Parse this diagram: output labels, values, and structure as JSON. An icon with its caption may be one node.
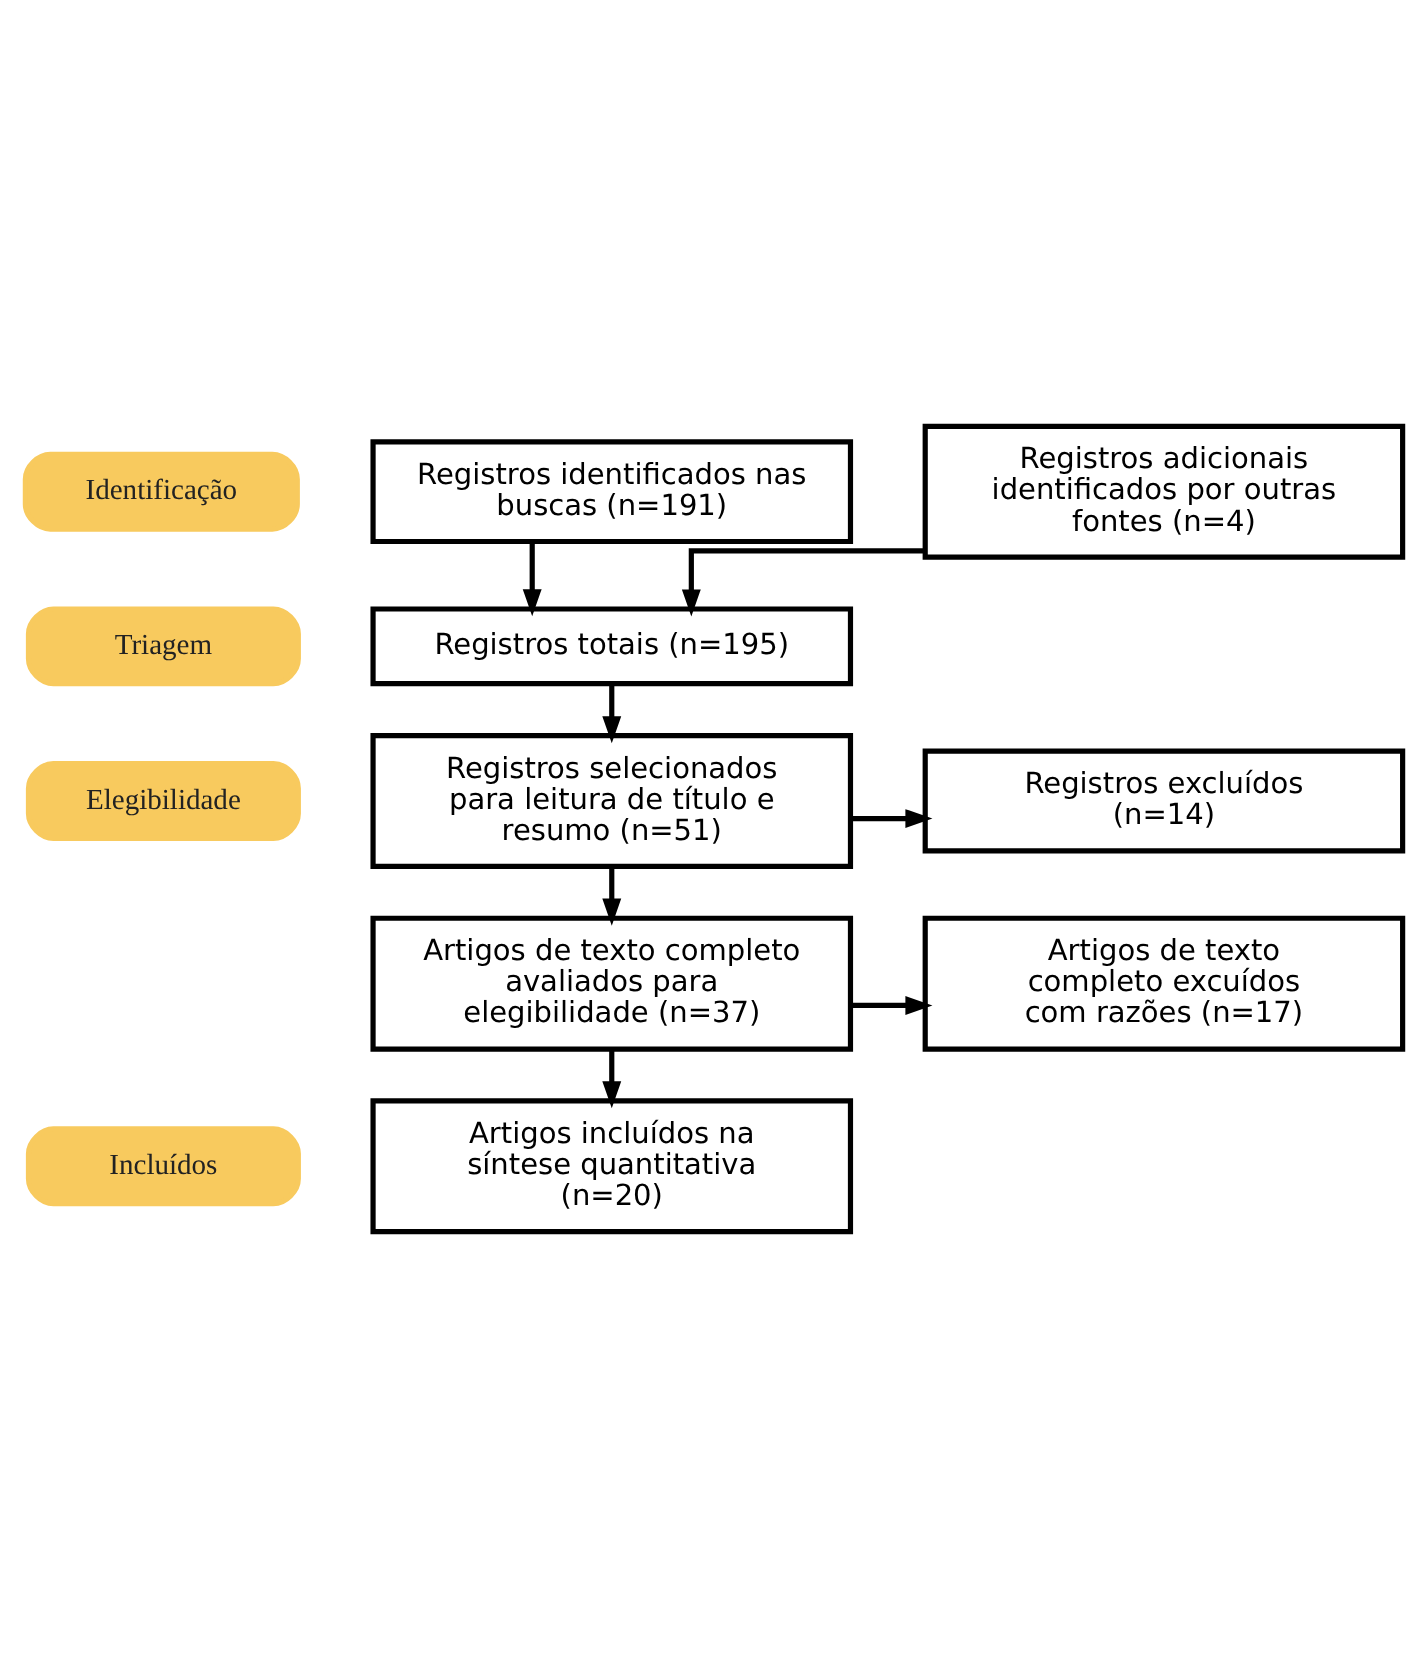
{
  "diagram": {
    "nodes": [
      {
        "text": [
          "Identificação"
        ]
      },
      {
        "text": [
          "Registros identificados nas buscas (n=191)"
        ]
      },
      {
        "text": [
          "Registros adicionais identificados por outras fontes (n=4)"
        ]
      },
      {
        "text": [
          "Triagem"
        ]
      },
      {
        "text": [
          "Registros totais (n=195)"
        ]
      },
      {
        "text": [
          "Elegibilidade"
        ]
      },
      {
        "text": [
          "Registros selecionados para leitura de título e resumo (n=51)"
        ]
      },
      {
        "text": [
          "Registros excluídos (n=14)"
        ]
      },
      {
        "text": [
          "Artigos de texto completo avaliados para elegibilidade (n=37)"
        ]
      },
      {
        "text": [
          "Artigos de texto completo excuídos com razões (n=17)"
        ]
      },
      {
        "text": [
          "Incluídos"
        ]
      },
      {
        "text": [
          "Artigos incluídos na síntese quantitativa (n=20)"
        ]
      }
    ],
    "edges": [
      {
        "from": 1,
        "to": 4,
        "arrow": "to"
      },
      {
        "from": 2,
        "to": 4,
        "arrow": "to"
      },
      {
        "from": 4,
        "to": 6,
        "arrow": "to"
      },
      {
        "from": 6,
        "to": 7,
        "arrow": "to"
      },
      {
        "from": 6,
        "to": 8,
        "arrow": "to"
      },
      {
        "from": 8,
        "to": 9,
        "arrow": "to"
      },
      {
        "from": 8,
        "to": 11,
        "arrow": "to"
      }
    ]
  }
}
